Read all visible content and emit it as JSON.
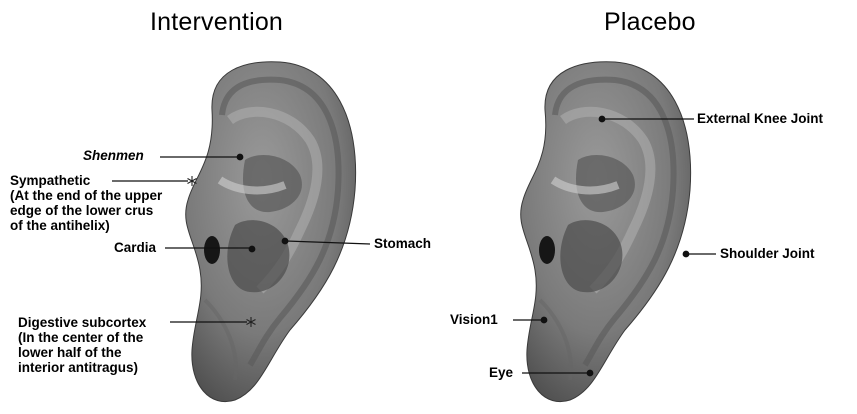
{
  "panels": {
    "intervention": {
      "title": "Intervention",
      "points": {
        "shenmen": "Shenmen",
        "sympathetic_name": "Sympathetic",
        "sympathetic_l1": "(At the end of the upper",
        "sympathetic_l2": "edge of the lower crus",
        "sympathetic_l3": "of the antihelix)",
        "cardia": "Cardia",
        "stomach": "Stomach",
        "digestive_name": "Digestive subcortex",
        "digestive_l1": "(In the center of the",
        "digestive_l2": "lower half of  the",
        "digestive_l3": "interior antitragus)"
      }
    },
    "placebo": {
      "title": "Placebo",
      "points": {
        "knee": "External  Knee Joint",
        "shoulder": "Shoulder Joint",
        "vision": "Vision1",
        "eye": "Eye"
      }
    }
  }
}
